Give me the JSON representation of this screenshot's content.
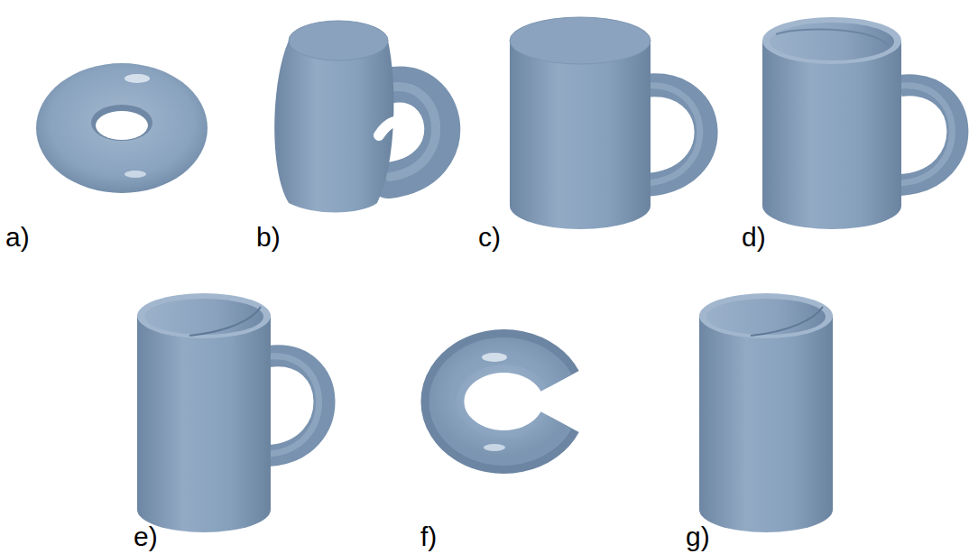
{
  "diagram": {
    "labels": [
      "a)",
      "b)",
      "c)",
      "d)",
      "e)",
      "f)",
      "g)"
    ]
  }
}
